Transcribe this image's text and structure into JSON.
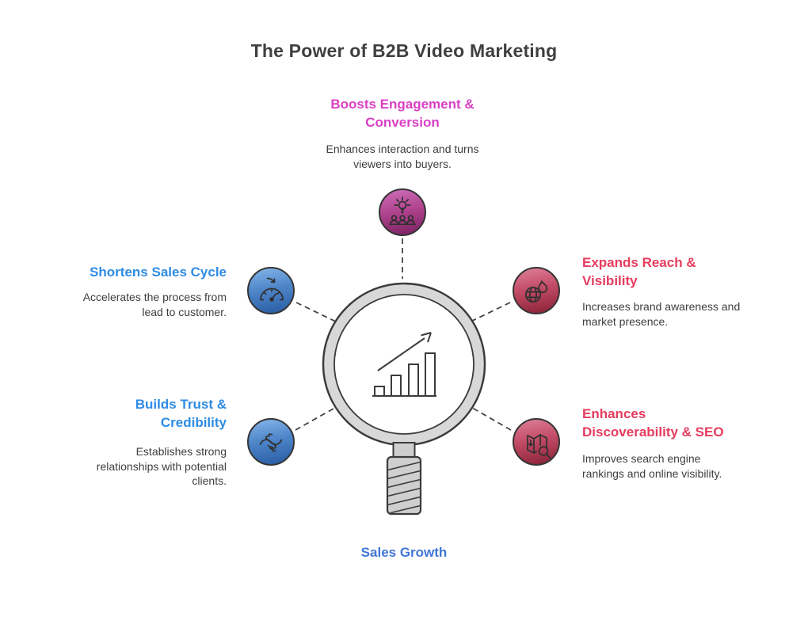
{
  "title": "The Power of B2B Video Marketing",
  "colors": {
    "title_text": "#3f3f3f",
    "body_text": "#3e3e3e",
    "blue_heading": "#2e8ce4",
    "sales_growth_blue": "#4076d6",
    "magenta_heading": "#d93fc4",
    "rose_heading": "#e63c5e",
    "magnifier_gray": "#d8d8d8",
    "outline_dark": "#3b3b3b",
    "bubble_pink": [
      "#cb6ab5",
      "#7e2465"
    ],
    "bubble_blue": [
      "#7fb0e6",
      "#2a5fa6"
    ],
    "bubble_red": [
      "#dc7a93",
      "#8e2539"
    ]
  },
  "center": {
    "icon": "magnifier-growth-chart-icon",
    "caption": "Sales Growth"
  },
  "nodes": {
    "top": {
      "heading": "Boosts Engagement &\nConversion",
      "body": "Enhances interaction and turns\nviewers into buyers.",
      "icon": "team-idea-icon",
      "accent": "#d93fc4"
    },
    "left_top": {
      "heading": "Shortens Sales Cycle",
      "body": "Accelerates the process from\nlead to customer.",
      "icon": "speedometer-icon",
      "accent": "#2e8ce4"
    },
    "right_top": {
      "heading": "Expands Reach &\nVisibility",
      "body": "Increases brand awareness and\nmarket presence.",
      "icon": "globe-flame-icon",
      "accent": "#e63c5e"
    },
    "left_bottom": {
      "heading": "Builds Trust &\nCredibility",
      "body": "Establishes strong\nrelationships with potential\nclients.",
      "icon": "handshake-icon",
      "accent": "#2e8ce4"
    },
    "right_bottom": {
      "heading": "Enhances\nDiscoverability & SEO",
      "body": "Improves search engine\nrankings and online visibility.",
      "icon": "map-search-icon",
      "accent": "#e63c5e"
    }
  }
}
